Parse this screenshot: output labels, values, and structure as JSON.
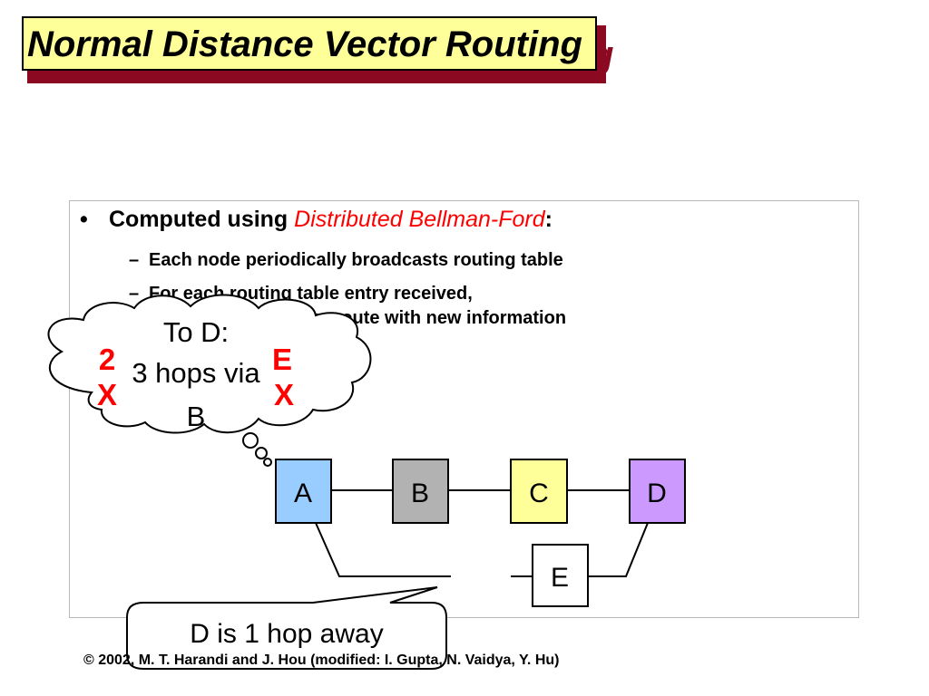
{
  "slide": {
    "title": "Normal Distance Vector Routing",
    "bullet": {
      "glyph": "•",
      "lead": "Computed using ",
      "accent": "Distributed Bellman-Ford",
      "trail": ":"
    },
    "sub_items": [
      {
        "dash": "–",
        "line1": "Each node periodically broadcasts routing table",
        "line2": ""
      },
      {
        "dash": "–",
        "line1": "For each routing table entry received,",
        "line2": "compare best known route with new information"
      }
    ],
    "footer": "© 2002, M. T. Harandi and J. Hou (modified: I. Gupta, N. Vaidya, Y. Hu)"
  },
  "diagram": {
    "nodes": [
      {
        "id": "A",
        "label": "A",
        "fill": "#99ccff"
      },
      {
        "id": "B",
        "label": "B",
        "fill": "#b2b2b2"
      },
      {
        "id": "C",
        "label": "C",
        "fill": "#ffff99"
      },
      {
        "id": "D",
        "label": "D",
        "fill": "#cc99ff"
      },
      {
        "id": "E",
        "label": "E",
        "fill": "#ffffff"
      }
    ],
    "links": [
      [
        "A",
        "B"
      ],
      [
        "B",
        "C"
      ],
      [
        "C",
        "D"
      ],
      [
        "A",
        "E"
      ],
      [
        "E",
        "D"
      ]
    ],
    "thought_bubble": {
      "line1": "To D:",
      "line2": "3 hops via",
      "line3": "B",
      "update_left": "2",
      "update_right": "E",
      "cross_mark": "X"
    },
    "callout": "D is 1 hop away"
  }
}
